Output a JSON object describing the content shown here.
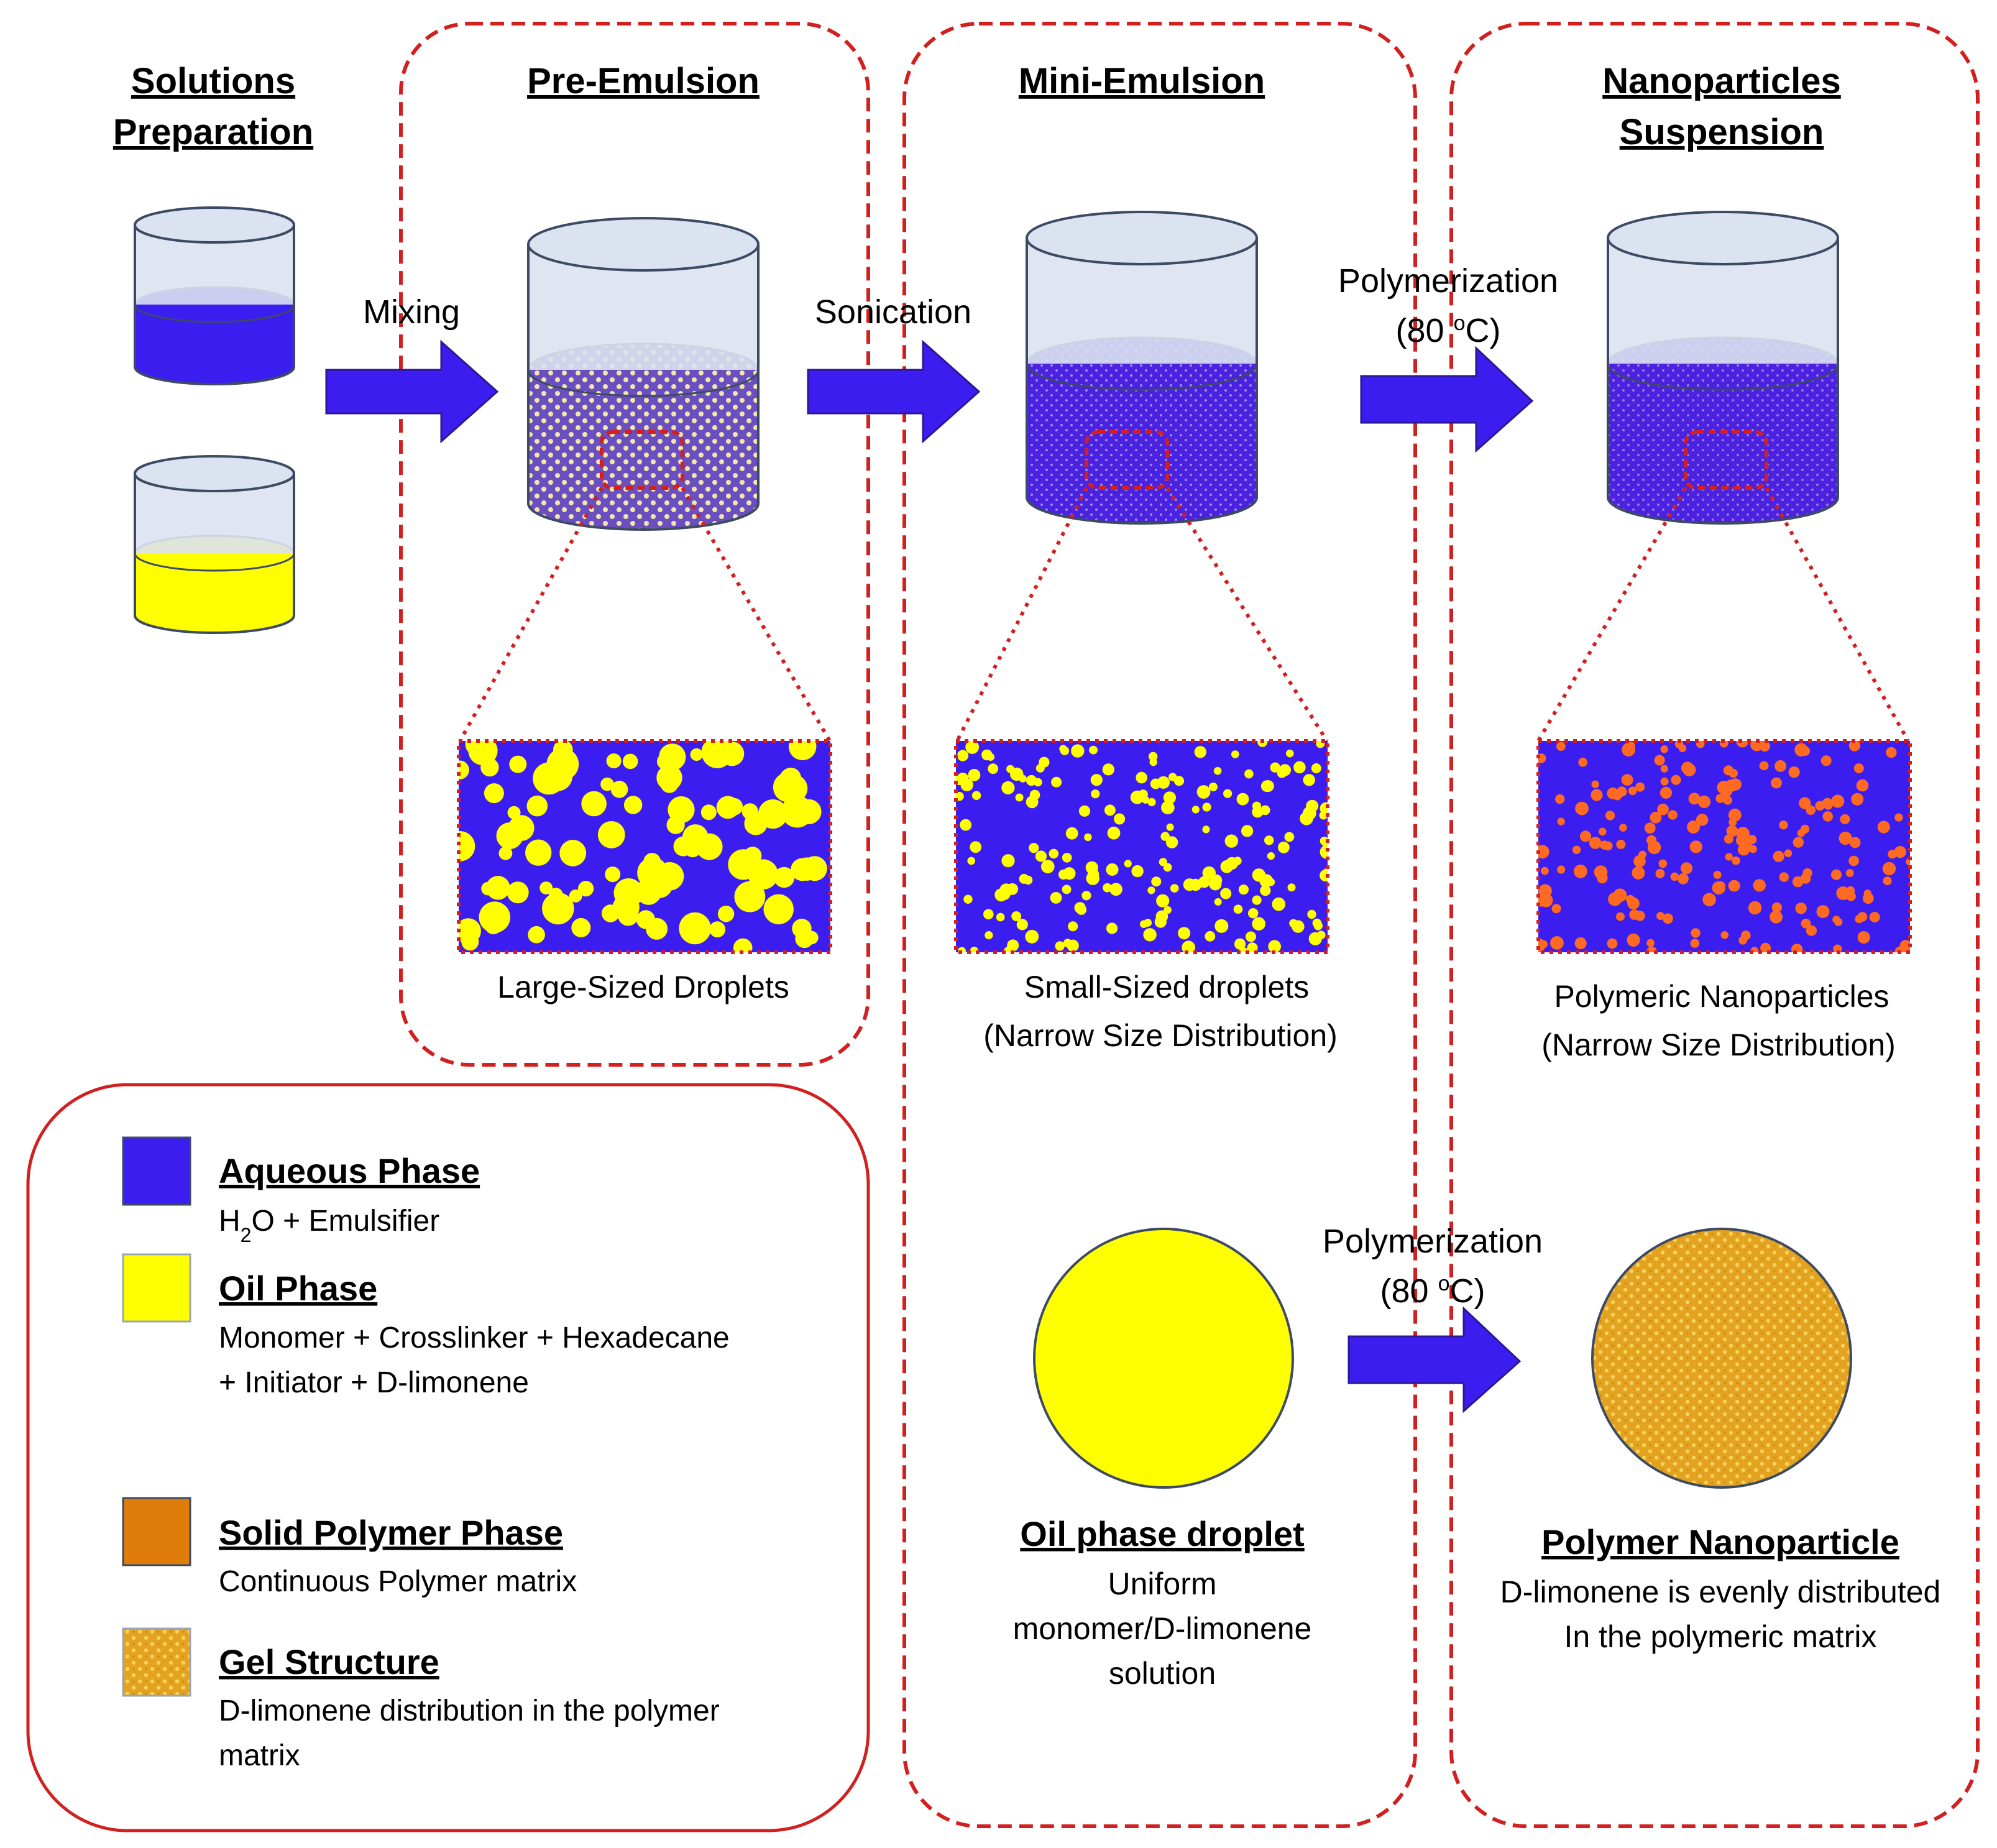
{
  "colors": {
    "aqueous": "#3b1df0",
    "oil": "#ffff00",
    "polymer": "#e07c0a",
    "gel": "#e3a21f",
    "nanoparticle_dots": "#ff6a22",
    "accent_red": "#d21f1f",
    "beaker_fill": "#dbe2f0",
    "beaker_stroke": "#3c4a63"
  },
  "headers": {
    "solutions_line1": "Solutions",
    "solutions_line2": "Preparation",
    "pre_emulsion": "Pre-Emulsion",
    "mini_emulsion": "Mini-Emulsion",
    "nano_line1": "Nanoparticles",
    "nano_line2": "Suspension"
  },
  "steps": {
    "mixing": "Mixing",
    "sonication": "Sonication",
    "polymerization": "Polymerization",
    "temperature_open": "(80 ",
    "temperature_degree": "o",
    "temperature_close": "C)"
  },
  "captions": {
    "large_droplets": "Large-Sized Droplets",
    "small_droplets_line1": "Small-Sized droplets",
    "small_droplets_line2": "(Narrow Size Distribution)",
    "poly_np_line1": "Polymeric Nanoparticles",
    "poly_np_line2": "(Narrow Size Distribution)"
  },
  "droplet": {
    "oil_title": "Oil phase droplet",
    "oil_desc_line1": "Uniform",
    "oil_desc_line2": "monomer/D-limonene",
    "oil_desc_line3": "solution",
    "np_title": "Polymer Nanoparticle",
    "np_desc_line1": "D-limonene is evenly distributed",
    "np_desc_line2": "In the polymeric matrix"
  },
  "legend": {
    "aqueous_title": "Aqueous Phase",
    "aqueous_desc_a": "H",
    "aqueous_desc_sub": "2",
    "aqueous_desc_b": "O + Emulsifier",
    "oil_title": "Oil Phase",
    "oil_desc_line1": "Monomer + Crosslinker + Hexadecane",
    "oil_desc_line2": "+ Initiator + D-limonene",
    "solid_title": "Solid Polymer Phase",
    "solid_desc": "Continuous Polymer matrix",
    "gel_title": "Gel Structure",
    "gel_desc_line1": "D-limonene distribution in the polymer",
    "gel_desc_line2": "matrix"
  }
}
